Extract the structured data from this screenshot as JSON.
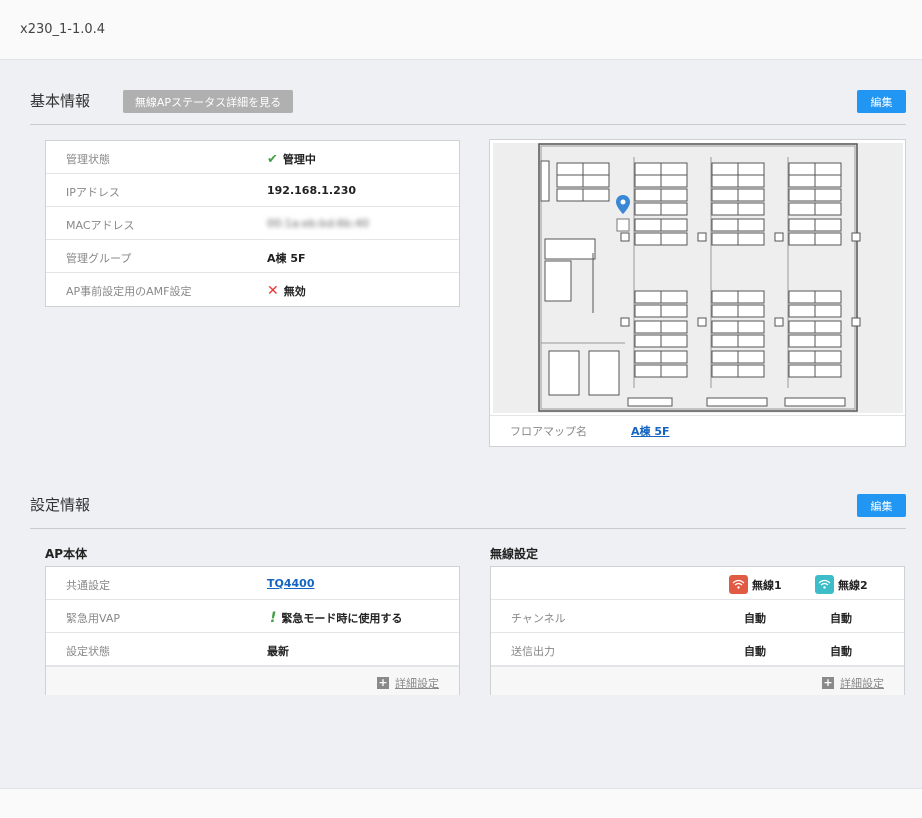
{
  "header": {
    "title": "x230_1-1.0.4"
  },
  "basic": {
    "title": "基本情報",
    "status_button": "無線APステータス詳細を見る",
    "edit_button": "編集",
    "rows": [
      {
        "label": "管理状態",
        "value": "管理中"
      },
      {
        "label": "IPアドレス",
        "value": "192.168.1.230"
      },
      {
        "label": "MACアドレス",
        "value": "00:1a:eb:bd:6b:40"
      },
      {
        "label": "管理グループ",
        "value": "A棟 5F"
      },
      {
        "label": "AP事前設定用のAMF設定",
        "value": "無効"
      }
    ],
    "floormap": {
      "label": "フロアマップ名",
      "value": "A棟 5F"
    }
  },
  "settings": {
    "title": "設定情報",
    "edit_button": "編集",
    "ap": {
      "title": "AP本体",
      "rows": [
        {
          "label": "共通設定",
          "value": "TQ4400"
        },
        {
          "label": "緊急用VAP",
          "value": "緊急モード時に使用する"
        },
        {
          "label": "設定状態",
          "value": "最新"
        }
      ],
      "detail": "詳細設定"
    },
    "wireless": {
      "title": "無線設定",
      "radio1": "無線1",
      "radio2": "無線2",
      "rows": [
        {
          "label": "チャンネル",
          "r1": "自動",
          "r2": "自動"
        },
        {
          "label": "送信出力",
          "r1": "自動",
          "r2": "自動"
        }
      ],
      "detail": "詳細設定"
    }
  },
  "icons": {
    "status_ok": "check-icon",
    "amf_disabled": "cross-icon",
    "emergency": "exclamation-icon",
    "detail": "plus-icon",
    "radio": "wifi-icon",
    "ap_location": "map-pin-icon"
  },
  "colors": {
    "accent": "#2196f3",
    "ok": "#43a047",
    "ng": "#e53935",
    "radio1": "#e05a44",
    "radio2": "#3dbdc8",
    "pin": "#3a87d6"
  }
}
